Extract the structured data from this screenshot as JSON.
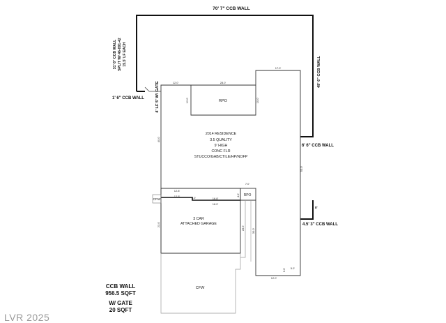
{
  "walls": {
    "top": "70' 7\" CCB WALL",
    "left_line1": "31' 6\" CCB WALL",
    "left_line2": "SPLIT W/ 46-091-42",
    "left_line3": "15.5' LF EACH",
    "small_left": "1' 6\" CCB WALL",
    "gate": "4' LF 5' W/ GATE",
    "right_top": "49' 6\" CCB WALL",
    "right_mid": "6' 6\" CCB WALL",
    "right_low": "4.5' 3\" CCB WALL",
    "right_low_small": "8'"
  },
  "rooms": {
    "rpo_top": "RPO",
    "residence": [
      "2014 RESIDENCE",
      "3.5 QUALITY",
      "9' HIGH",
      "CONC FLR",
      "STUCCO/GAB/CTILE/HP/NOFP"
    ],
    "rpo_mid": "RPO",
    "cfw_left": "CFW",
    "garage": [
      "3 CAR",
      "ATTACHED GARAGE"
    ],
    "cfw_bottom": "CFW"
  },
  "dimensions": {
    "d_12_top": "12.0'",
    "d_28": "28.0'",
    "d_17": "17.0'",
    "d_12_rpo_l": "12.0'",
    "d_10_rpo_r": "10.0'",
    "d_40": "40.0'",
    "d_50": "50.0'",
    "d_7": "7.0'",
    "d_128": "12.8'",
    "d_125": "12.5'",
    "d_20a": "2.0'",
    "d_168": "16.8'",
    "d_180": "18.0'",
    "d_4": "4.0'",
    "d_230": "23.0'",
    "d_285": "28.5'",
    "d_300": "30.0'",
    "d_60": "6.0'",
    "d_50b": "5.0'",
    "d_120b": "12.0'"
  },
  "summary": {
    "ccb_label": "CCB WALL",
    "ccb_value": "956.5 SQFT",
    "gate_label": "W/ GATE",
    "gate_value": "20 SQFT"
  },
  "watermark": "LVR 2025"
}
